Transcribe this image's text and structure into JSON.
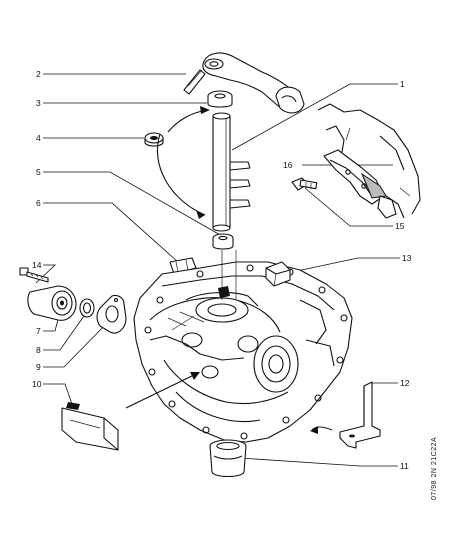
{
  "callouts": [
    {
      "id": "1",
      "text": "1"
    },
    {
      "id": "2",
      "text": "2"
    },
    {
      "id": "3",
      "text": "3"
    },
    {
      "id": "4",
      "text": "4"
    },
    {
      "id": "5",
      "text": "5"
    },
    {
      "id": "6",
      "text": "6"
    },
    {
      "id": "7",
      "text": "7"
    },
    {
      "id": "8",
      "text": "8"
    },
    {
      "id": "9",
      "text": "9"
    },
    {
      "id": "10",
      "text": "10"
    },
    {
      "id": "11",
      "text": "11"
    },
    {
      "id": "12",
      "text": "12"
    },
    {
      "id": "13",
      "text": "13"
    },
    {
      "id": "14",
      "text": "14"
    },
    {
      "id": "15",
      "text": "15"
    },
    {
      "id": "16",
      "text": "16"
    }
  ],
  "side_code": "07/98 2N 21C22A"
}
